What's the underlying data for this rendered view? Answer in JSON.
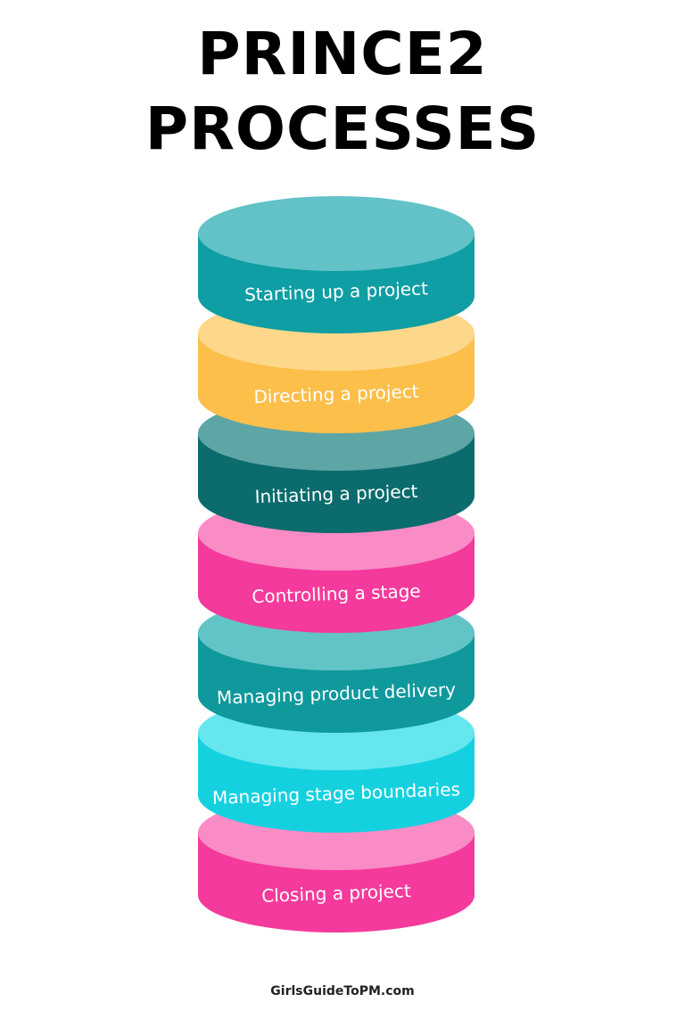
{
  "title": {
    "line1": "PRINCE2",
    "line2": "PROCESSES"
  },
  "processes": [
    {
      "label": "Starting up a project",
      "side": "#0e9ea3",
      "top": "#62c2c7"
    },
    {
      "label": "Directing a project",
      "side": "#fbbf4a",
      "top": "#fdd78a"
    },
    {
      "label": "Initiating a project",
      "side": "#0b6b6d",
      "top": "#5ea5a5"
    },
    {
      "label": "Controlling a stage",
      "side": "#f43a9c",
      "top": "#f98bc5"
    },
    {
      "label": "Managing product delivery",
      "side": "#10999d",
      "top": "#63c4c8"
    },
    {
      "label": "Managing stage boundaries",
      "side": "#15d1e0",
      "top": "#66e6ee"
    },
    {
      "label": "Closing a project",
      "side": "#f43a9c",
      "top": "#f98bc5"
    }
  ],
  "footer": {
    "text": "GirlsGuideToPM.com"
  }
}
